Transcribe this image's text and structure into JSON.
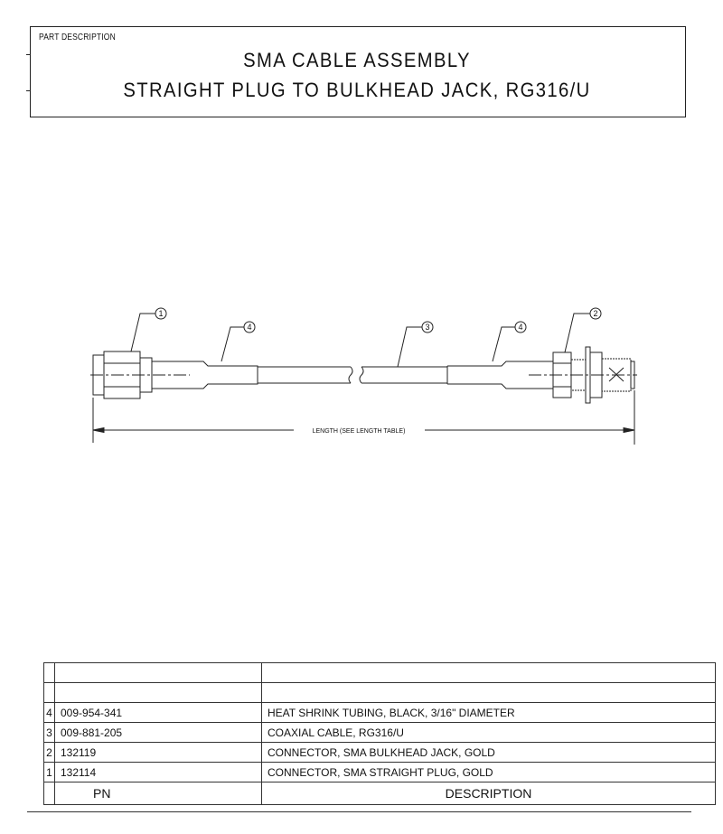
{
  "header": {
    "label": "PART DESCRIPTION",
    "title_line1": "SMA CABLE ASSEMBLY",
    "title_line2": "STRAIGHT PLUG TO BULKHEAD JACK, RG316/U"
  },
  "drawing": {
    "balloons": [
      "1",
      "4",
      "3",
      "4",
      "2"
    ],
    "dimension_label": "LENGTH (SEE LENGTH TABLE)"
  },
  "bom": {
    "rows": [
      {
        "item": "",
        "pn": "",
        "description": ""
      },
      {
        "item": "",
        "pn": "",
        "description": ""
      },
      {
        "item": "4",
        "pn": "009-954-341",
        "description": "HEAT SHRINK TUBING, BLACK, 3/16\" DIAMETER"
      },
      {
        "item": "3",
        "pn": "009-881-205",
        "description": "COAXIAL CABLE, RG316/U"
      },
      {
        "item": "2",
        "pn": "132119",
        "description": "CONNECTOR, SMA BULKHEAD JACK, GOLD"
      },
      {
        "item": "1",
        "pn": "132114",
        "description": "CONNECTOR, SMA STRAIGHT PLUG, GOLD"
      }
    ],
    "header": {
      "pn": "PN",
      "description": "DESCRIPTION"
    }
  }
}
